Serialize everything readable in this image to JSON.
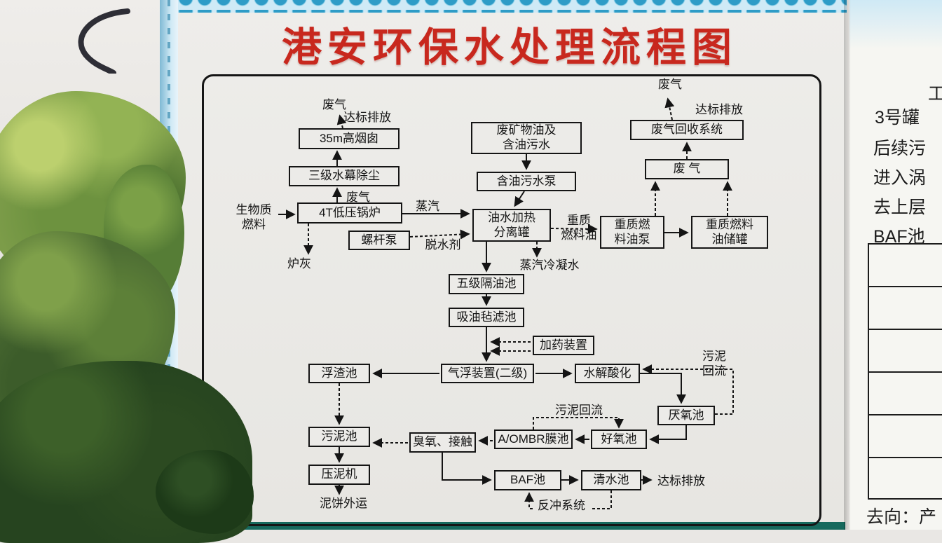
{
  "sign": {
    "title": "港安环保水处理流程图"
  },
  "colors": {
    "title_red": "#c8281e",
    "frame_blue": "#8fd0e8",
    "frame_teal": "#16695d"
  },
  "flowchart": {
    "nodes": {
      "chimney": "35m高烟囱",
      "water_curtain": "三级水幕除尘",
      "boiler": "4T低压锅炉",
      "screw_pump": "螺杆泵",
      "waste_mineral_oil": "废矿物油及\n含油污水",
      "oily_water_pump": "含油污水泵",
      "separator": "油水加热\n分离罐",
      "heavy_fuel_pump": "重质燃\n料油泵",
      "heavy_fuel_tank": "重质燃料\n油储罐",
      "waste_gas_box": "废  气",
      "gas_recovery": "废气回收系统",
      "oil_trap": "五级隔油池",
      "wool_filter": "吸油毡滤池",
      "dosing": "加药装置",
      "flotation": "气浮装置(二级)",
      "scum_pool": "浮渣池",
      "hydrolysis": "水解酸化",
      "anaerobic": "厌氧池",
      "aerobic": "好氧池",
      "membrane": "A/OMBR膜池",
      "ozone": "臭氧、接触",
      "sludge_pool": "污泥池",
      "sludge_press": "压泥机",
      "baf": "BAF池",
      "clear_pool": "清水池"
    },
    "labels": {
      "gas_tl": "废气",
      "discharge_tl": "达标排放",
      "gas_mid": "废气",
      "biomass": "生物质\n燃料",
      "ash": "炉灰",
      "steam": "蒸汽",
      "dewatering": "脱水剂",
      "heavy_fuel": "重质\n燃料油",
      "condensate": "蒸汽冷凝水",
      "gas_tr": "废气",
      "discharge_tr": "达标排放",
      "sludge_return_r": "污泥\n回流",
      "sludge_return_m": "污泥回流",
      "cake": "泥饼外运",
      "discharge_b": "达标排放",
      "backwash": "反冲系统"
    }
  },
  "side_panel": {
    "lines": [
      "工",
      "3号罐",
      "后续污",
      "进入涡",
      "去上层",
      "BAF池"
    ],
    "footer": "去向：产"
  }
}
